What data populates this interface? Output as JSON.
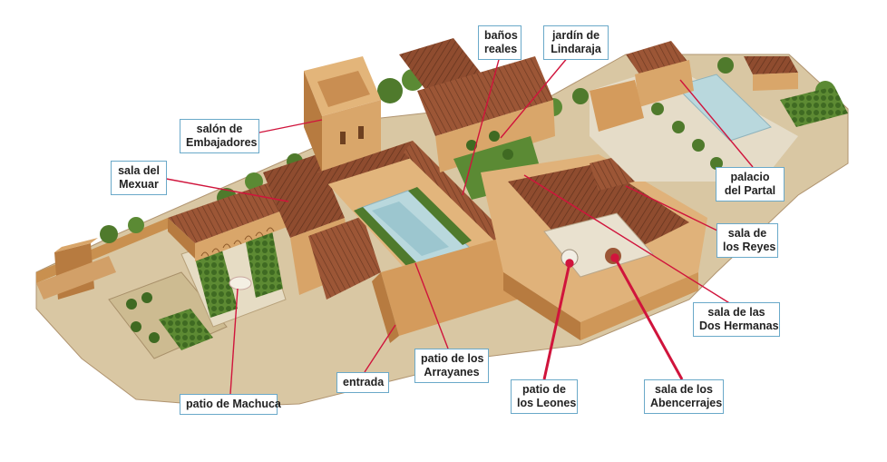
{
  "labels": {
    "banos_reales": {
      "line1": "baños",
      "line2": "reales"
    },
    "jardin_lindaraja": {
      "line1": "jardín de",
      "line2": "Lindaraja"
    },
    "salon_embajadores": {
      "line1": "salón de",
      "line2": "Embajadores"
    },
    "sala_mexuar": {
      "line1": "sala del",
      "line2": "Mexuar"
    },
    "palacio_partal": {
      "line1": "palacio",
      "line2": "del Partal"
    },
    "sala_reyes": {
      "line1": "sala de",
      "line2": "los Reyes"
    },
    "sala_dos_hermanas": {
      "line1": "sala de las",
      "line2": "Dos Hermanas"
    },
    "entrada": {
      "line1": "entrada"
    },
    "patio_arrayanes": {
      "line1": "patio de los",
      "line2": "Arrayanes"
    },
    "patio_leones": {
      "line1": "patio de",
      "line2": "los Leones"
    },
    "sala_abencerrajes": {
      "line1": "sala de los",
      "line2": "Abencerrajes"
    },
    "patio_machuca": {
      "line1": "patio de Machuca"
    }
  },
  "colors": {
    "label_border": "#6aa9c9",
    "leader_line": "#d0143c",
    "roof": "#8a4b2e",
    "wall": "#d9a66a",
    "vegetation": "#4f7a2c",
    "water": "#b9d8dd"
  }
}
